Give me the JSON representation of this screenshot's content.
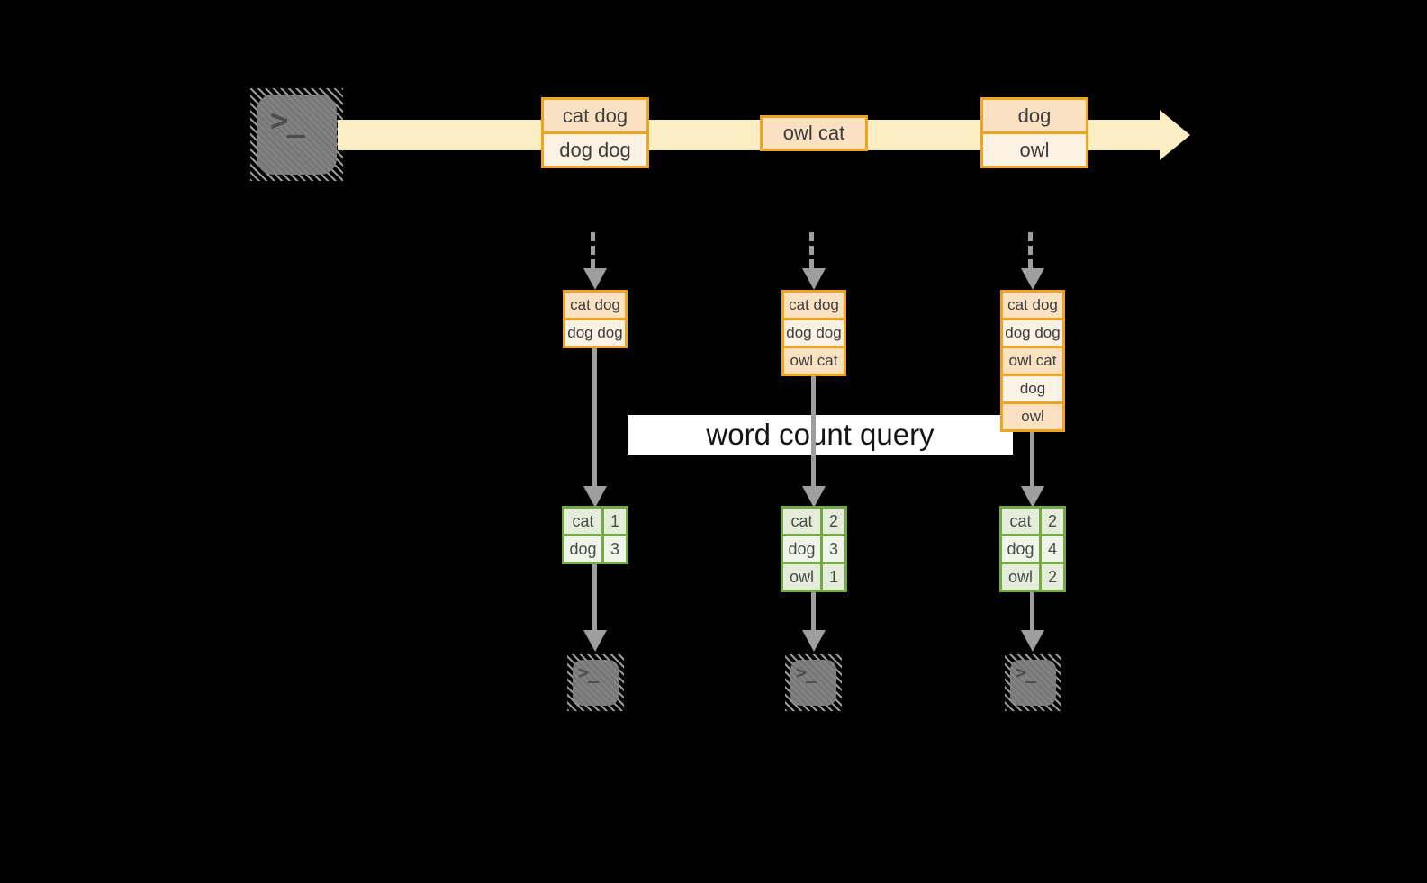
{
  "diagram": {
    "query_label": "word count query",
    "terminal_glyph": ">_",
    "stream_events": [
      {
        "rows": [
          "cat dog",
          "dog dog"
        ]
      },
      {
        "rows": [
          "owl cat"
        ]
      },
      {
        "rows": [
          "dog",
          "owl"
        ]
      }
    ],
    "batches": [
      {
        "rows": [
          "cat dog",
          "dog dog"
        ]
      },
      {
        "rows": [
          "cat dog",
          "dog dog",
          "owl cat"
        ]
      },
      {
        "rows": [
          "cat dog",
          "dog dog",
          "owl cat",
          "dog",
          "owl"
        ]
      }
    ],
    "results": [
      {
        "rows": [
          [
            "cat",
            "1"
          ],
          [
            "dog",
            "3"
          ]
        ]
      },
      {
        "rows": [
          [
            "cat",
            "2"
          ],
          [
            "dog",
            "3"
          ],
          [
            "owl",
            "1"
          ]
        ]
      },
      {
        "rows": [
          [
            "cat",
            "2"
          ],
          [
            "dog",
            "4"
          ],
          [
            "owl",
            "2"
          ]
        ]
      }
    ],
    "colors": {
      "amber_border": "#F0A41E",
      "peach_dark": "#FAE1C2",
      "peach_light": "#FCF2E4",
      "stream_band": "#FBEEC5",
      "green_border": "#74A943",
      "green_cell_dark": "#E4EDD9",
      "green_cell_light": "#F0F5EA",
      "arrow_gray": "#9E9E9E",
      "terminal_gray": "#7F7F7F",
      "background": "#000000"
    }
  }
}
